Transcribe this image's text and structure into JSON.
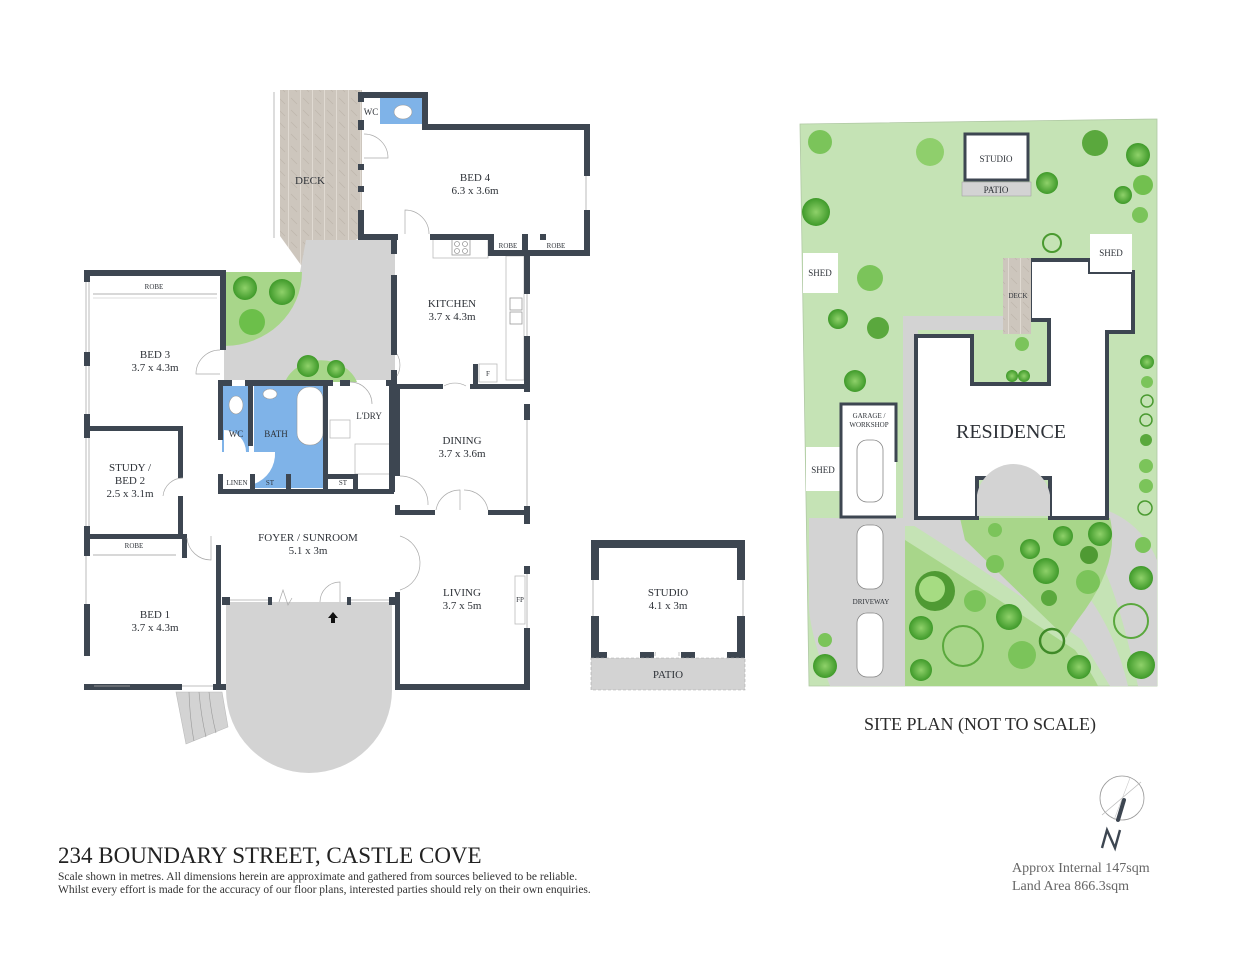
{
  "title": "234 BOUNDARY STREET, CASTLE COVE",
  "disclaimer": {
    "line1": "Scale shown in metres. All dimensions herein are approximate and gathered from sources believed to be  reliable.",
    "line2": "Whilst every effort is made for the accuracy of our floor plans, interested parties should rely on their own enquiries."
  },
  "areas": {
    "internal": "Approx Internal 147sqm",
    "land": "Land Area 866.3sqm"
  },
  "compass": {
    "label": "N",
    "icon": "north-arrow-icon"
  },
  "colors": {
    "wall": "#3d4651",
    "wet_area": "#7fb3e8",
    "deck": "#cdc6bd",
    "paving": "#d3d3d3",
    "lawn": "#c5e3b5",
    "garden": "#a8d68a",
    "shrub": "#5cb83a"
  },
  "floor_plan": {
    "rooms": {
      "bed4": {
        "name": "BED 4",
        "dims": "6.3 x 3.6m"
      },
      "wc_top": {
        "name": "WC"
      },
      "deck": {
        "name": "DECK"
      },
      "robe_bed4_a": {
        "name": "ROBE"
      },
      "robe_bed4_b": {
        "name": "ROBE"
      },
      "kitchen": {
        "name": "KITCHEN",
        "dims": "3.7 x 4.3m"
      },
      "fridge": {
        "name": "F"
      },
      "bed3": {
        "name": "BED 3",
        "dims": "3.7 x 4.3m"
      },
      "robe_bed3": {
        "name": "ROBE"
      },
      "wc": {
        "name": "WC"
      },
      "bath": {
        "name": "BATH"
      },
      "laundry": {
        "name": "L'DRY"
      },
      "linen": {
        "name": "LINEN"
      },
      "st1": {
        "name": "ST"
      },
      "st2": {
        "name": "ST"
      },
      "study": {
        "name": "STUDY /",
        "name2": "BED 2",
        "dims": "2.5 x 3.1m"
      },
      "dining": {
        "name": "DINING",
        "dims": "3.7 x 3.6m"
      },
      "foyer": {
        "name": "FOYER / SUNROOM",
        "dims": "5.1 x 3m"
      },
      "living": {
        "name": "LIVING",
        "dims": "3.7 x 5m"
      },
      "fireplace": {
        "name": "FP"
      },
      "robe_bed1": {
        "name": "ROBE"
      },
      "bed1": {
        "name": "BED 1",
        "dims": "3.7 x 4.3m"
      },
      "studio": {
        "name": "STUDIO",
        "dims": "4.1 x 3m"
      },
      "patio": {
        "name": "PATIO"
      }
    }
  },
  "site_plan": {
    "caption": "SITE PLAN (NOT TO SCALE)",
    "labels": {
      "studio": "STUDIO",
      "patio": "PATIO",
      "shed_left": "SHED",
      "shed_right": "SHED",
      "shed_lower": "SHED",
      "deck": "DECK",
      "residence": "RESIDENCE",
      "garage_line1": "GARAGE /",
      "garage_line2": "WORKSHOP",
      "driveway": "DRIVEWAY"
    }
  }
}
